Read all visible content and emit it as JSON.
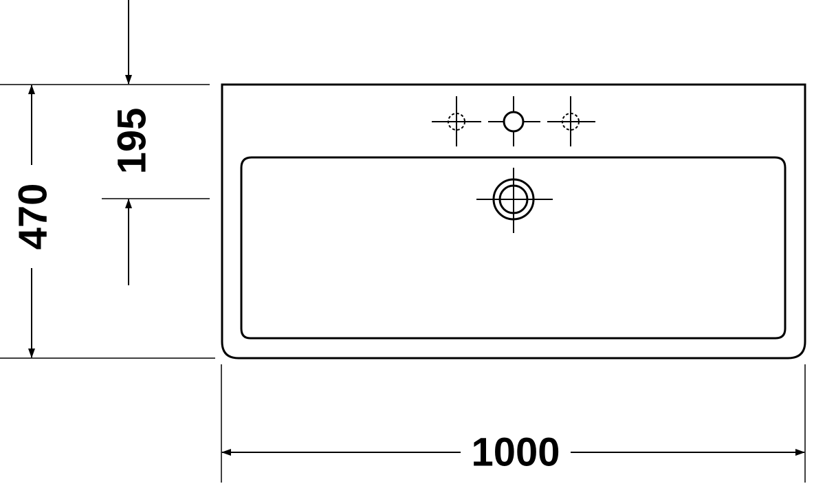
{
  "dimensions": {
    "width": "1000",
    "depth": "470",
    "tap_hole_offset": "195"
  },
  "colors": {
    "line": "#000000",
    "background": "#ffffff"
  }
}
